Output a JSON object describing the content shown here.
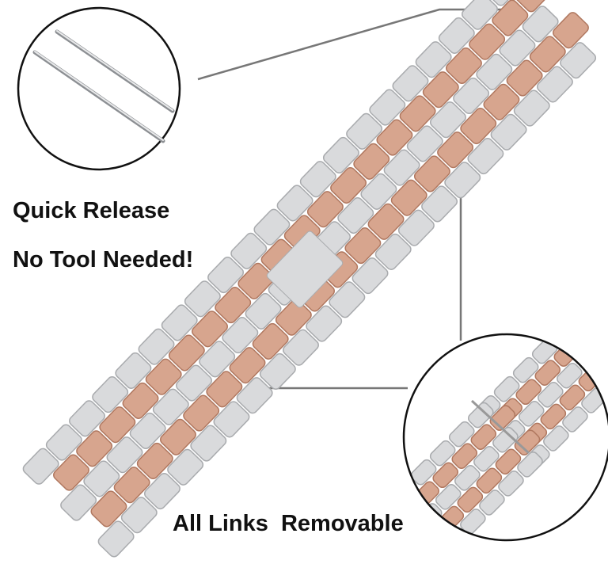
{
  "labels": {
    "quick_release": "Quick Release",
    "no_tool": "No Tool Needed!",
    "links": "All Links  Removable"
  },
  "colors": {
    "silver": "#d9dadc",
    "silver_dark": "#a9abae",
    "rose": "#d7a58e",
    "rose_dark": "#b07860",
    "line": "#777777"
  }
}
